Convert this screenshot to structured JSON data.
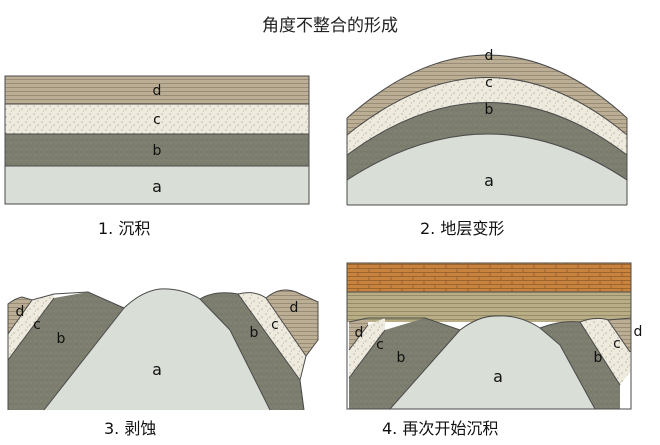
{
  "title": "角度不整合的形成",
  "layers": {
    "a": "a",
    "b": "b",
    "c": "c",
    "d": "d"
  },
  "panels": [
    {
      "caption": "1. 沉积"
    },
    {
      "caption": "2. 地层变形"
    },
    {
      "caption": "3. 剥蚀"
    },
    {
      "caption": "4. 再次开始沉积"
    }
  ],
  "colors": {
    "layer_a": "#d8ddd6",
    "layer_b": "#7c7d6e",
    "layer_c": "#ece9dc",
    "layer_d": "#b9ad95",
    "new_layer_top": "#c9843e",
    "new_layer_bottom": "#b6ad82",
    "outline": "#4a4a4a"
  }
}
